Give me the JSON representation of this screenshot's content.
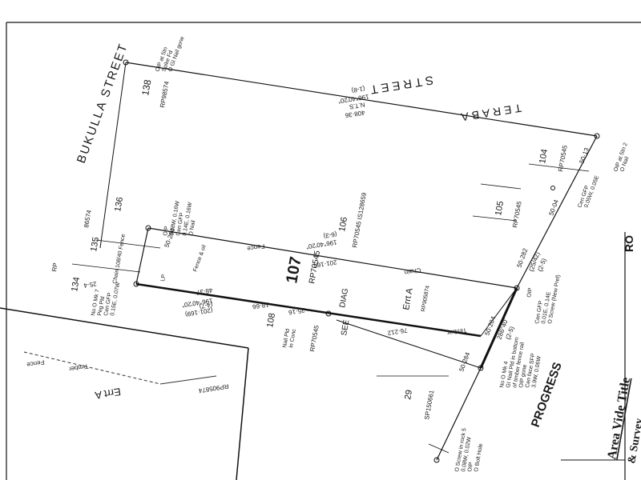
{
  "streets": {
    "bukulla": "BUKULLA   STREET",
    "terabe": "TERABA",
    "street": "STREET",
    "progress": "PROGRESS",
    "road_fragment": "RO"
  },
  "lot": {
    "number": "107",
    "plan": "RP70545",
    "diag": "DIAG",
    "see": "SEE"
  },
  "lots": [
    {
      "num": "138",
      "plan": "RP98574"
    },
    {
      "num": "136",
      "plan": "86574"
    },
    {
      "num": "135",
      "plan": ""
    },
    {
      "num": "134",
      "plan": "RP"
    },
    {
      "num": "106",
      "plan": "RP70545  IS128659"
    },
    {
      "num": "105",
      "plan": "RP70545"
    },
    {
      "num": "104",
      "plan": "RP70545"
    },
    {
      "num": "108",
      "plan": "RP70545"
    },
    {
      "num": "29",
      "plan": "SP150661"
    }
  ],
  "dimensions": {
    "nts": "N.T.S",
    "top_line": "196°40'20\"",
    "top_len": "408·36",
    "top_note": "(1-8)",
    "mid_bearing": "196°40'20\"",
    "mid_len": "201·164",
    "mid_note": "(6-3)",
    "lower_bearing": "196°40'20\"",
    "lower_len": "48·37",
    "lower_paren": "(201·169)",
    "lower_note": "(4-7)",
    "seg1": "18·66",
    "seg2": "25·16",
    "seg3": "76·212",
    "side1": "50·284",
    "side2": "50·284",
    "side3": "50·282",
    "side4": "50·284",
    "side5": "50·04",
    "side6": "50·13",
    "bearing_small": "286°40'",
    "bearing_small_note": "(2-5)",
    "bearing_small2": "(25/42)",
    "bearing_small2_note": "(2-5)",
    "left_short": "25·4"
  },
  "notes": {
    "stn_top": "OIP at Stn",
    "spike": "Spike Fd",
    "gi_nail": "O GI Nail gone",
    "oip_stn2": "OIP at Stn 2",
    "o_nail": "O Nail",
    "fence": "Fence",
    "chain": "Chain",
    "timber": "Timber",
    "errt": "Errt A",
    "rp_errt": "RP905874",
    "fence_corner": "Fence & oil",
    "chain_fence": "Chain 108/40 Fence",
    "no_mk": "No O Mk 7",
    "peg": "Peg Pld",
    "cen_gfp": "Cen GFP",
    "gfp_val": "0.15E, 0.07W",
    "oip6": "OIP",
    "oip6_vals": "0.08W, 0.16W",
    "cen_gfp2": "Cen GFP",
    "cen_gfp2_vals": "0.14E, 0.16W",
    "o_nail2": "O Nail",
    "nail_pld": "Nail Pld",
    "in_conc": "in Conc",
    "cen_gfp3": "Cen GFP",
    "cen_gfp3_vals": "0.05W, 0.05E",
    "oip3": "OIP",
    "cen_gfp4": "Cen GFP",
    "gfp4_vals": "0.01E, 0.14E",
    "oscrew": "O Screw (New Pref)",
    "no_mk4": "No O Mk 4",
    "gi_nail_pld": "GI Nail Pld in bottom",
    "timber_fence_rail": "of timber fence rail",
    "oip_gone": "OIP gone",
    "cen_face": "Cen face SFP",
    "face_vals": "3.9W, 0.06W",
    "oscrew_rock": "O Screw in rock 5",
    "rock_vals": "0.08W, 0.02W",
    "oip_b": "OIP",
    "bolt": "O Bolt Hole",
    "lp": "LP"
  },
  "inset": {
    "errt": "Errt A",
    "rp": "RP905874",
    "timber": "Timber",
    "fence": "Fence"
  },
  "footer": {
    "title": "Area Vide Title",
    "survey": "& Survey"
  }
}
